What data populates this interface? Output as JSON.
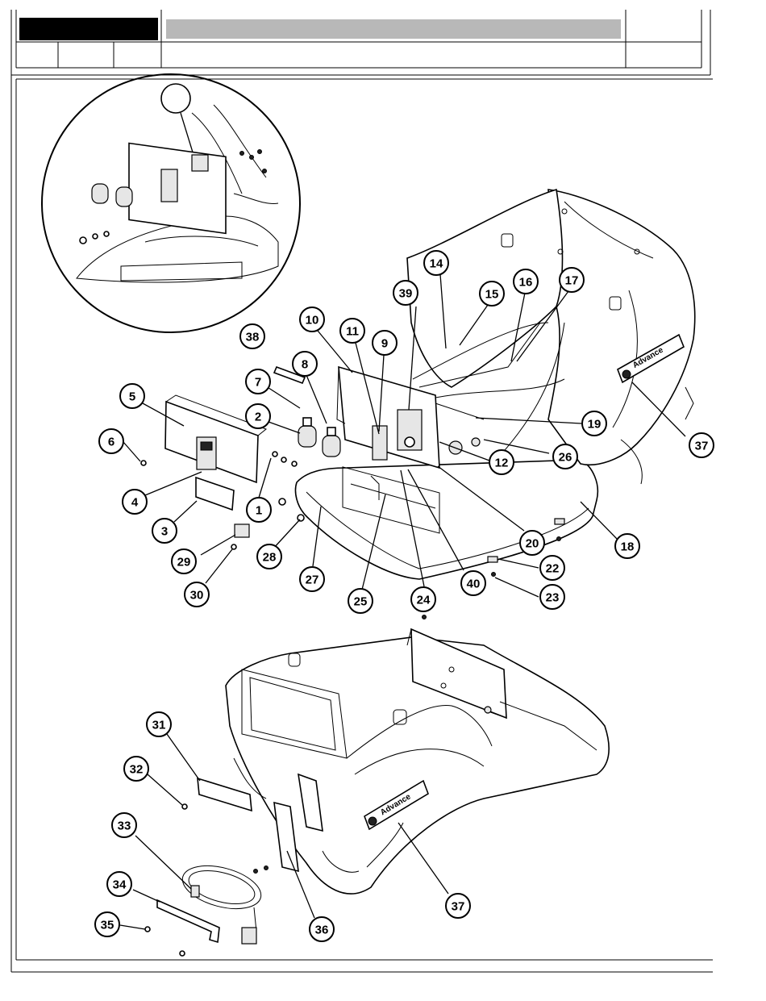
{
  "header": {
    "title_bar_black": "",
    "title_bar_gray": ""
  },
  "detail_view": {
    "callout_label": ""
  },
  "logo": {
    "brand": "Advance"
  },
  "callouts": [
    {
      "id": "1",
      "label": "1"
    },
    {
      "id": "2",
      "label": "2"
    },
    {
      "id": "3",
      "label": "3"
    },
    {
      "id": "4",
      "label": "4"
    },
    {
      "id": "5",
      "label": "5"
    },
    {
      "id": "6",
      "label": "6"
    },
    {
      "id": "7",
      "label": "7"
    },
    {
      "id": "8",
      "label": "8"
    },
    {
      "id": "9",
      "label": "9"
    },
    {
      "id": "10",
      "label": "10"
    },
    {
      "id": "11",
      "label": "11"
    },
    {
      "id": "12",
      "label": "12"
    },
    {
      "id": "14",
      "label": "14"
    },
    {
      "id": "15",
      "label": "15"
    },
    {
      "id": "16",
      "label": "16"
    },
    {
      "id": "17",
      "label": "17"
    },
    {
      "id": "18",
      "label": "18"
    },
    {
      "id": "19",
      "label": "19"
    },
    {
      "id": "20",
      "label": "20"
    },
    {
      "id": "22",
      "label": "22"
    },
    {
      "id": "23",
      "label": "23"
    },
    {
      "id": "24",
      "label": "24"
    },
    {
      "id": "25",
      "label": "25"
    },
    {
      "id": "26",
      "label": "26"
    },
    {
      "id": "27",
      "label": "27"
    },
    {
      "id": "28",
      "label": "28"
    },
    {
      "id": "29",
      "label": "29"
    },
    {
      "id": "30",
      "label": "30"
    },
    {
      "id": "31",
      "label": "31"
    },
    {
      "id": "32",
      "label": "32"
    },
    {
      "id": "33",
      "label": "33"
    },
    {
      "id": "34",
      "label": "34"
    },
    {
      "id": "35",
      "label": "35"
    },
    {
      "id": "36",
      "label": "36"
    },
    {
      "id": "37a",
      "label": "37"
    },
    {
      "id": "37b",
      "label": "37"
    },
    {
      "id": "38",
      "label": "38"
    },
    {
      "id": "39",
      "label": "39"
    },
    {
      "id": "40",
      "label": "40"
    }
  ]
}
